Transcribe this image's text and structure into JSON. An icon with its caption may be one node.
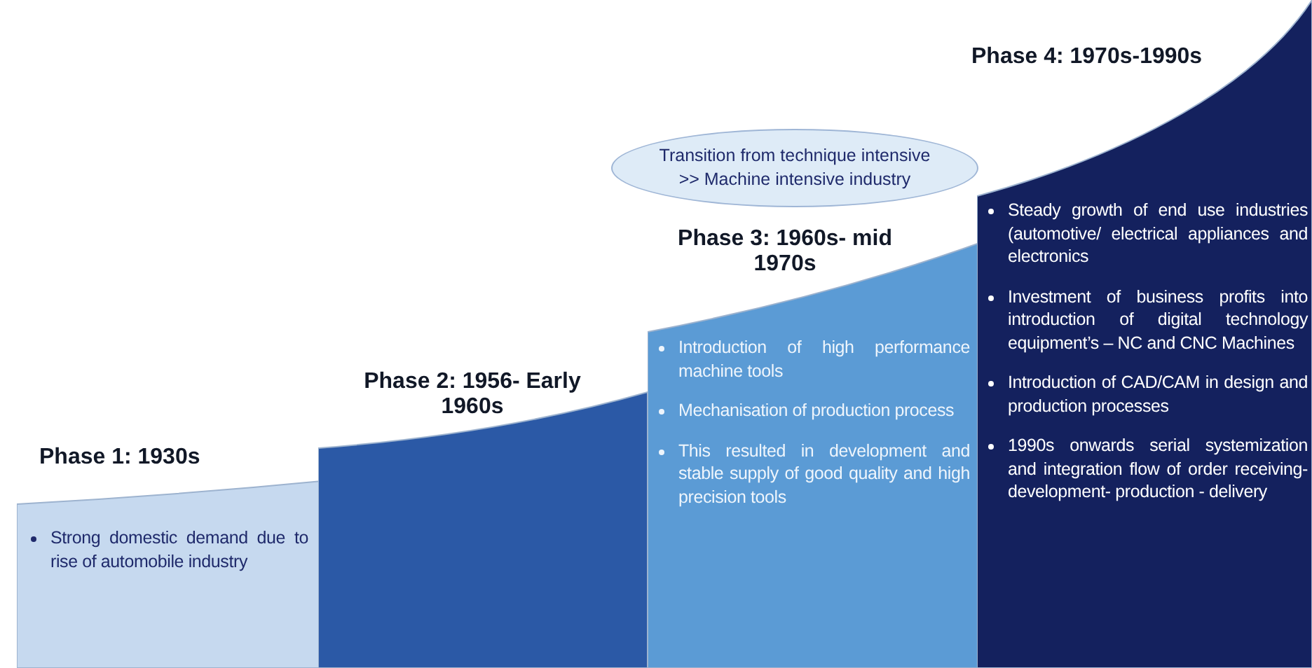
{
  "diagram": {
    "nodes": [
      {
        "text": [
          "Phase 1: 1930s",
          "Strong domestic demand due to rise of automobile industry"
        ]
      },
      {
        "text": [
          "Phase 2: 1956- Early 1960s"
        ]
      },
      {
        "text": [
          "Phase 3: 1960s- mid 1970s",
          "Introduction of high performance machine tools",
          "Mechanisation of production process",
          "This resulted in development and stable supply of good quality and high precision tools"
        ]
      },
      {
        "text": [
          "Transition from technique intensive >> Machine intensive industry"
        ]
      },
      {
        "text": [
          "Phase 4: 1970s-1990s",
          "Steady growth of end use industries (automotive/ electrical appliances and electronics",
          "Investment of business profits into introduction of digital technology equipment’s – NC and CNC Machines",
          "Introduction of CAD/CAM in design and production processes",
          "1990s onwards serial systemization and integration flow of order receiving- development- production - delivery"
        ]
      }
    ]
  }
}
